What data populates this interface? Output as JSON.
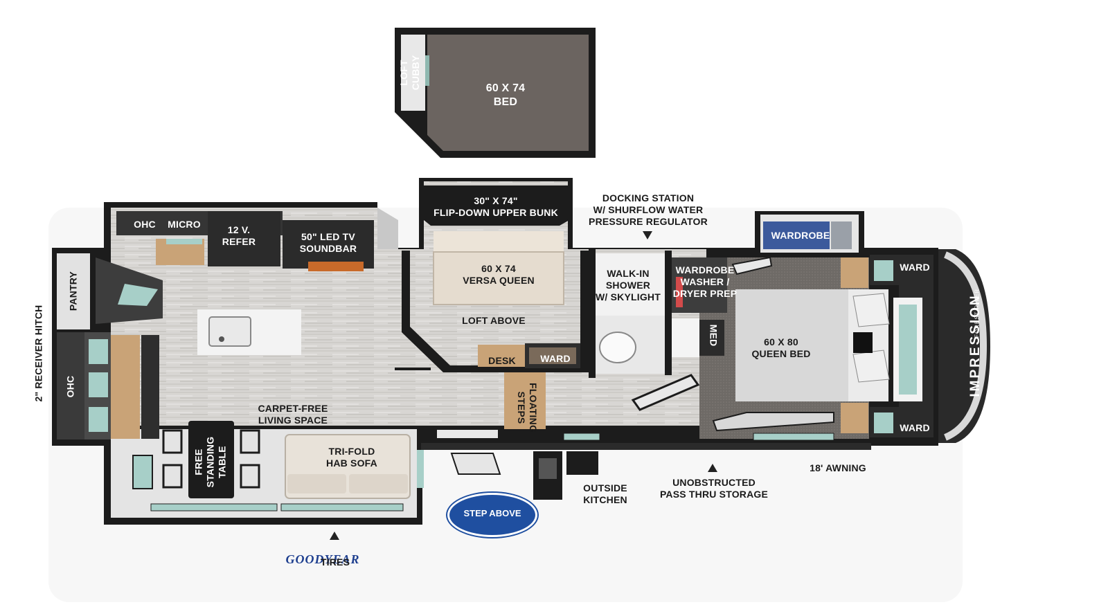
{
  "loft": {
    "cubby": "LOFT CUBBY",
    "bed": "60 X 74\nBED"
  },
  "kitchen": {
    "ohc": "OHC",
    "micro": "MICRO",
    "refer": "12 V.\nREFER",
    "tv": "50\" LED TV\nSOUNDBAR"
  },
  "front": {
    "pantry": "PANTRY",
    "ohc": "OHC",
    "hitch": "2\" RECEIVER HITCH"
  },
  "living": {
    "space": "CARPET-FREE\nLIVING SPACE",
    "table": "FREE\nSTANDING\nTABLE",
    "sofa": "TRI-FOLD\nHAB SOFA"
  },
  "bunk": {
    "upper": "30\" X 74\"\nFLIP-DOWN UPPER BUNK",
    "versa": "60 X 74\nVERSA QUEEN",
    "loft_above": "LOFT ABOVE",
    "desk": "DESK",
    "ward": "WARD",
    "steps": "FLOATING\nSTEPS"
  },
  "bath": {
    "docking": "DOCKING STATION\nW/ SHURFLOW WATER\nPRESSURE REGULATOR",
    "shower": "WALK-IN\nSHOWER\nW/ SKYLIGHT",
    "laundry": "WARDROBE\nWASHER /\nDRYER PREP",
    "med": "MED"
  },
  "bedroom": {
    "wardrobe": "WARDROBE",
    "ward_top": "WARD",
    "ward_bottom": "WARD",
    "bed": "60 X 80\nQUEEN BED"
  },
  "exterior": {
    "awning": "18' AWNING",
    "kitchen": "OUTSIDE\nKITCHEN",
    "storage": "UNOBSTRUCTED\nPASS THRU STORAGE",
    "tires": "TIRES",
    "goodyear": "GOODYEAR",
    "step_above": "STEP ABOVE",
    "brand": "IMPRESSION",
    "brand_sub": "FOREST RIVER"
  }
}
